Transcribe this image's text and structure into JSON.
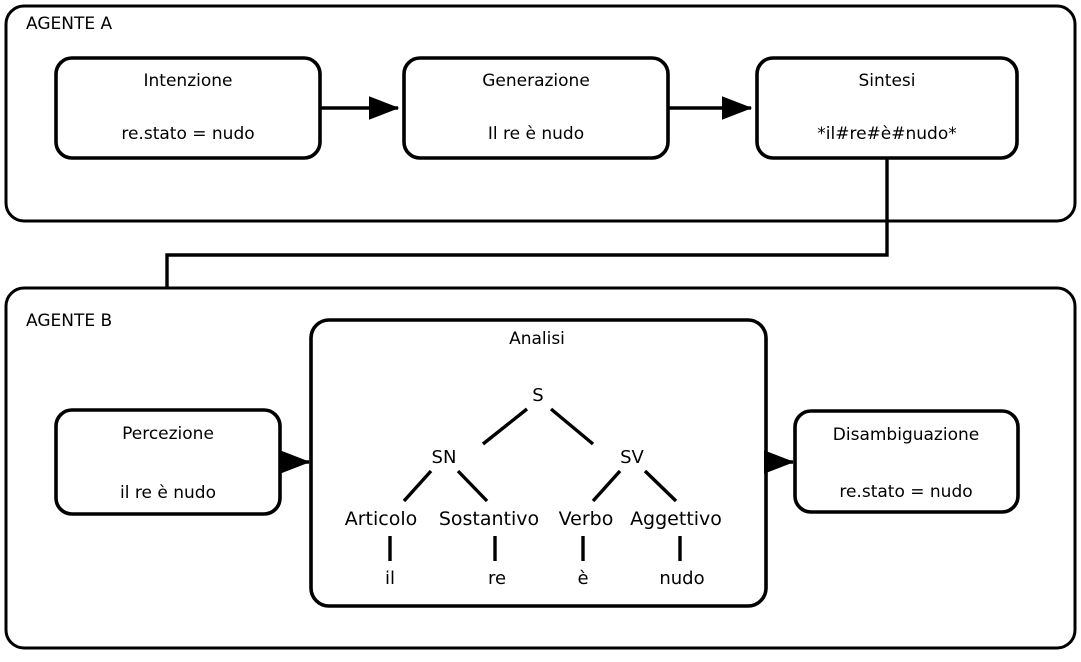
{
  "diagram": {
    "title_a": "AGENTE A",
    "title_b": "AGENTE B",
    "stroke_color": "#000000",
    "background_color": "#ffffff"
  },
  "agent_a": {
    "label": "AGENTE A",
    "boxes": [
      {
        "title": "Intenzione",
        "value": "re.stato = nudo"
      },
      {
        "title": "Generazione",
        "value": "Il re è nudo"
      },
      {
        "title": "Sintesi",
        "value": "*il#re#è#nudo*"
      }
    ]
  },
  "agent_b": {
    "label": "AGENTE B",
    "perception": {
      "title": "Percezione",
      "value": "il re è nudo"
    },
    "analysis": {
      "title": "Analisi"
    },
    "disambiguation": {
      "title": "Disambiguazione",
      "value": "re.stato = nudo"
    }
  },
  "parse_tree": {
    "root": "S",
    "phrases": [
      {
        "label": "SN"
      },
      {
        "label": "SV"
      }
    ],
    "pos_tags": [
      {
        "label": "Articolo"
      },
      {
        "label": "Sostantivo"
      },
      {
        "label": "Verbo"
      },
      {
        "label": "Aggettivo"
      }
    ],
    "leaves": [
      {
        "word": "il"
      },
      {
        "word": "re"
      },
      {
        "word": "è"
      },
      {
        "word": "nudo"
      }
    ]
  }
}
